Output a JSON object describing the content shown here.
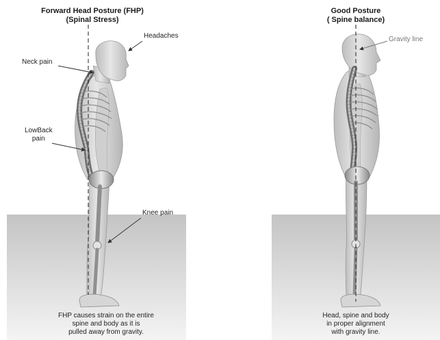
{
  "left_panel": {
    "title_line1": "Forward Head Posture (FHP)",
    "title_line2": "(Spinal Stress)",
    "labels": {
      "headaches": "Headaches",
      "neck_pain": "Neck pain",
      "low_back_line1": "LowBack",
      "low_back_line2": "pain",
      "knee_pain": "Knee pain"
    },
    "caption_line1": "FHP causes strain on the entire",
    "caption_line2": "spine and body as it is",
    "caption_line3": "pulled away from gravity."
  },
  "right_panel": {
    "title_line1": "Good Posture",
    "title_line2": "( Spine balance)",
    "labels": {
      "gravity_line": "Gravity line"
    },
    "caption_line1": "Head, spine and body",
    "caption_line2": "in proper alignment",
    "caption_line3": "with gravity line."
  },
  "colors": {
    "floor_gradient_top": "#c4c4c4",
    "floor_gradient_bottom": "#f4f4f4",
    "body_fill": "#d9d9d9",
    "spine_fill": "#6e6e6e"
  }
}
